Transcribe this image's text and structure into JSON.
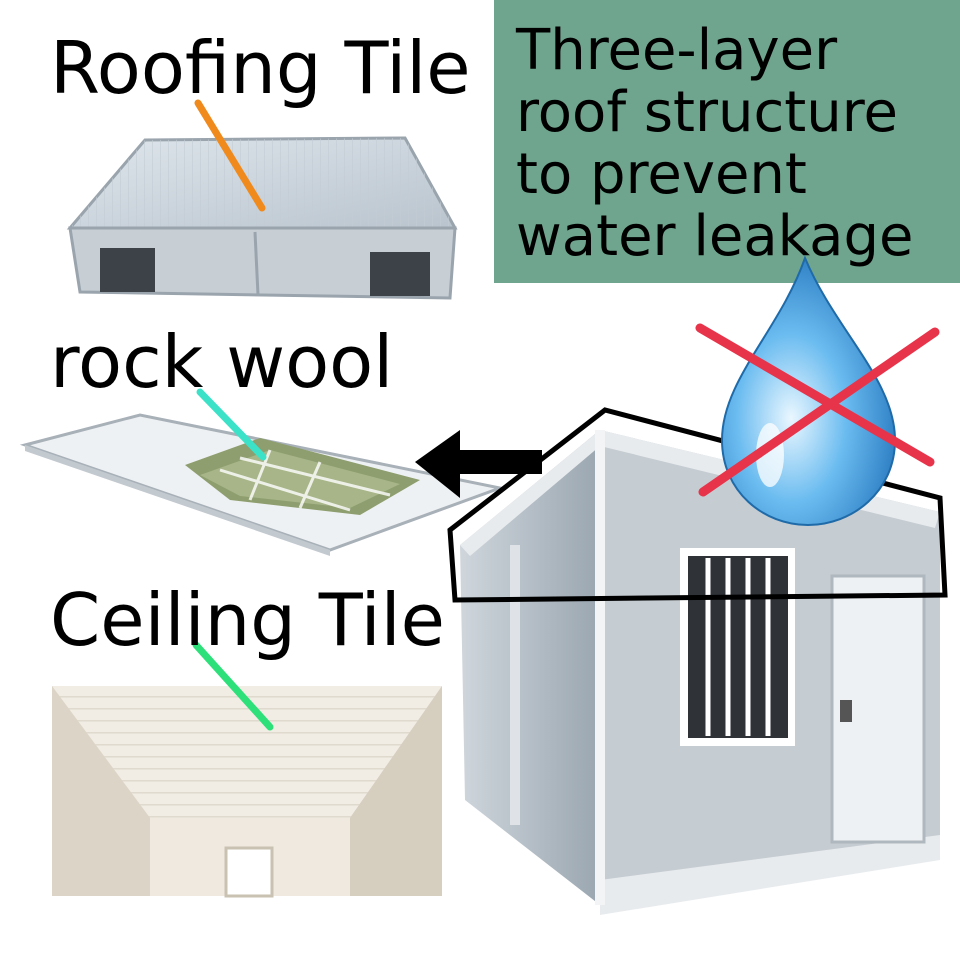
{
  "labels": {
    "roofing_tile": "Roofing Tile",
    "rock_wool": "rock wool",
    "ceiling_tile": "Ceiling Tile"
  },
  "info_box": {
    "text": "Three-layer\nroof structure\nto prevent\nwater leakage",
    "background": "#6fa58e"
  },
  "colors": {
    "roofing_pointer": "#f08a1c",
    "rockwool_pointer": "#3be2c8",
    "ceiling_pointer": "#2ee07a",
    "cross": "#e8344a",
    "drop": "#4aa3e0"
  },
  "icons": [
    "water-drop-icon",
    "cross-icon",
    "left-arrow-icon"
  ]
}
